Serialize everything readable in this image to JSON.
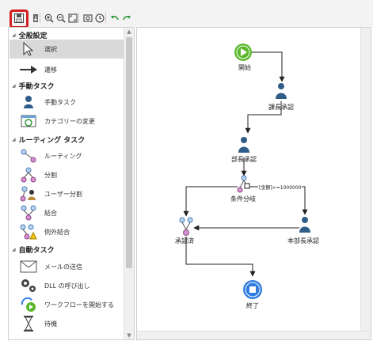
{
  "toolbar": {
    "save": "save-icon",
    "items": [
      "save-icon",
      "save-as-icon",
      "zoom-in-icon",
      "zoom-out-icon",
      "fit-icon",
      "export-icon",
      "clock-icon",
      "undo-icon",
      "redo-icon"
    ]
  },
  "palette": {
    "groups": [
      {
        "header": "全般設定",
        "items": [
          {
            "label": "選択",
            "icon": "pointer-arrow-icon",
            "selected": true
          },
          {
            "label": "遷移",
            "icon": "arrow-right-icon"
          }
        ]
      },
      {
        "header": "手動タスク",
        "items": [
          {
            "label": "手動タスク",
            "icon": "person-icon"
          },
          {
            "label": "カテゴリーの変更",
            "icon": "category-change-icon"
          }
        ]
      },
      {
        "header": "ルーティング タスク",
        "items": [
          {
            "label": "ルーティング",
            "icon": "routing-icon"
          },
          {
            "label": "分割",
            "icon": "split-icon"
          },
          {
            "label": "ユーザー分割",
            "icon": "user-split-icon"
          },
          {
            "label": "結合",
            "icon": "join-icon"
          },
          {
            "label": "例外結合",
            "icon": "exception-join-icon"
          }
        ]
      },
      {
        "header": "自動タスク",
        "items": [
          {
            "label": "メールの送信",
            "icon": "mail-icon"
          },
          {
            "label": "DLL の呼び出し",
            "icon": "gears-icon"
          },
          {
            "label": "ワークフローを開始する",
            "icon": "workflow-start-icon"
          },
          {
            "label": "待機",
            "icon": "hourglass-icon"
          }
        ]
      }
    ]
  },
  "canvas": {
    "nodes": {
      "start": "開始",
      "section_chief": "課長承認",
      "dept_head": "部長承認",
      "condition": "条件分岐",
      "approved": "承認済",
      "hq_head": "本部長承認",
      "end": "終了"
    },
    "condition_rule": "[金額]>=1000000"
  },
  "colors": {
    "accent_green": "#5cb82b",
    "accent_blue": "#2f7de1",
    "highlight_red": "#d42020",
    "person_blue": "#2f5d8a"
  }
}
